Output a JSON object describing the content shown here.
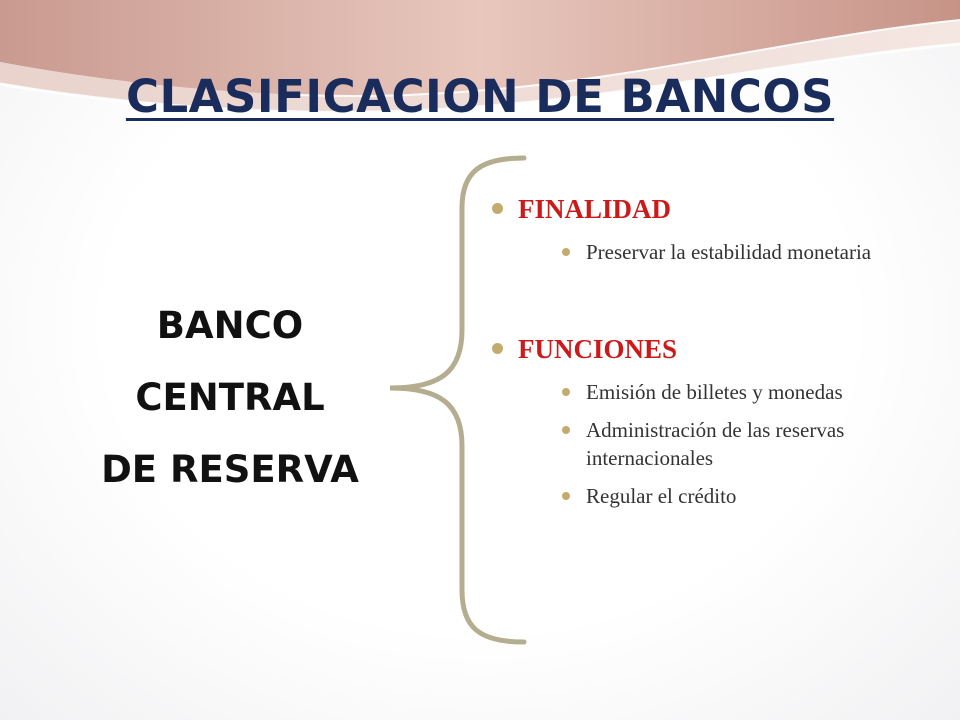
{
  "title": "CLASIFICACION DE BANCOS",
  "left_label": {
    "lines": [
      "BANCO",
      "CENTRAL",
      "DE RESERVA"
    ]
  },
  "sections": [
    {
      "heading": "FINALIDAD",
      "items": [
        "Preservar la estabilidad monetaria"
      ]
    },
    {
      "heading": "FUNCIONES",
      "items": [
        "Emisión de billetes y monedas",
        "Administración de las reservas internacionales",
        "Regular el crédito"
      ]
    }
  ],
  "colors": {
    "title": "#1a2c5c",
    "heading": "#cc1a1a",
    "body_text": "#333333",
    "bullet": "#c3aa6e",
    "brace": "#b5ad8f",
    "swoosh": "#d9b3a8"
  }
}
